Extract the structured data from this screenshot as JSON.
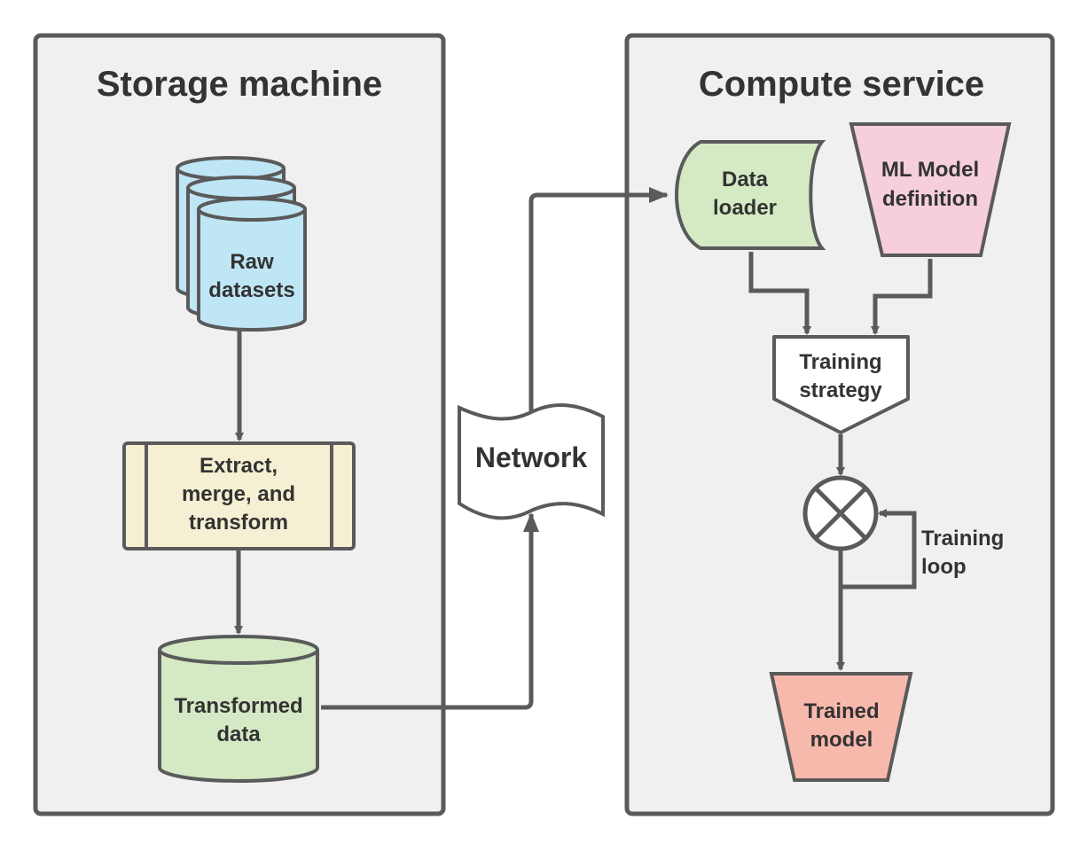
{
  "panels": {
    "storage": {
      "title": "Storage machine"
    },
    "compute": {
      "title": "Compute service"
    }
  },
  "nodes": {
    "raw_datasets": {
      "line1": "Raw",
      "line2": "datasets"
    },
    "etl": {
      "line1": "Extract,",
      "line2": "merge, and",
      "line3": "transform"
    },
    "transformed_data": {
      "line1": "Transformed",
      "line2": "data"
    },
    "network": {
      "label": "Network"
    },
    "data_loader": {
      "line1": "Data",
      "line2": "loader"
    },
    "ml_model": {
      "line1": "ML Model",
      "line2": "definition"
    },
    "training_strategy": {
      "line1": "Training",
      "line2": "strategy"
    },
    "training_loop": {
      "line1": "Training",
      "line2": "loop"
    },
    "trained_model": {
      "line1": "Trained",
      "line2": "model"
    }
  },
  "colors": {
    "panel_fill": "#f0f0f0",
    "stroke": "#5a5a5a",
    "raw_datasets": "#bfe6f5",
    "etl": "#f5efd3",
    "transformed_data": "#d5e9c4",
    "data_loader": "#d5e9c4",
    "ml_model": "#f6cfdb",
    "trained_model": "#f8b9ad",
    "white": "#ffffff"
  }
}
